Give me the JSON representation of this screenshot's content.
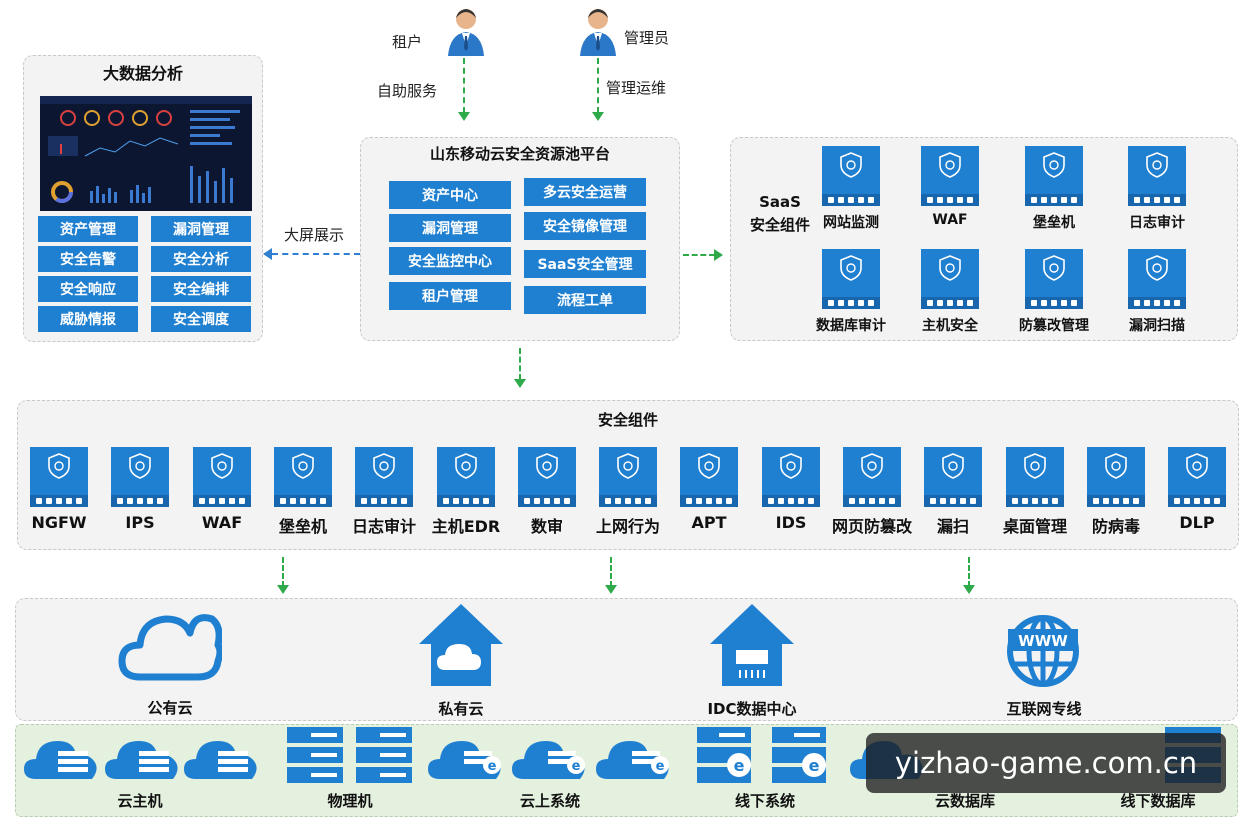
{
  "actors": {
    "tenant": {
      "name": "租户",
      "action": "自助服务"
    },
    "admin": {
      "name": "管理员",
      "action": "管理运维"
    }
  },
  "bigdata": {
    "title": "大数据分析",
    "display_label": "大屏展示",
    "items": [
      "资产管理",
      "漏洞管理",
      "安全告警",
      "安全分析",
      "安全响应",
      "安全编排",
      "威胁情报",
      "安全调度"
    ]
  },
  "platform": {
    "title": "山东移动云安全资源池平台",
    "left_items": [
      "资产中心",
      "漏洞管理",
      "安全监控中心",
      "租户管理"
    ],
    "right_items": [
      "多云安全运营",
      "安全镜像管理",
      "SaaS安全管理",
      "流程工单"
    ]
  },
  "saas": {
    "title_line1": "SaaS",
    "title_line2": "安全组件",
    "components": [
      "网站监测",
      "WAF",
      "堡垒机",
      "日志审计",
      "数据库审计",
      "主机安全",
      "防篡改管理",
      "漏洞扫描"
    ]
  },
  "security": {
    "title": "安全组件",
    "components": [
      "NGFW",
      "IPS",
      "WAF",
      "堡垒机",
      "日志审计",
      "主机EDR",
      "数审",
      "上网行为",
      "APT",
      "IDS",
      "网页防篡改",
      "漏扫",
      "桌面管理",
      "防病毒",
      "DLP"
    ]
  },
  "clouds": [
    "公有云",
    "私有云",
    "IDC数据中心",
    "互联网专线"
  ],
  "resources": [
    "云主机",
    "物理机",
    "云上系统",
    "线下系统",
    "云数据库",
    "线下数据库"
  ],
  "watermark": "yizhao-game.com.cn",
  "colors": {
    "accent": "#1f7fd0",
    "arrow": "#2faa4a",
    "panel": "#f3f3f3"
  }
}
